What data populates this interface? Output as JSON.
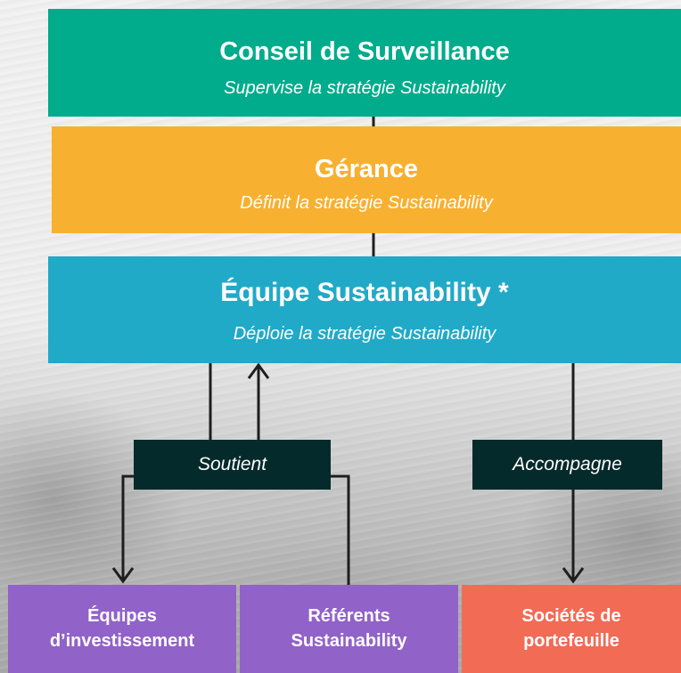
{
  "conseil": {
    "title": "Conseil de Surveillance",
    "subtitle": "Supervise la stratégie Sustainability",
    "color": "#00ac8c"
  },
  "gerance": {
    "title": "Gérance",
    "subtitle": "Définit la stratégie Sustainability",
    "color": "#f7b030"
  },
  "equipe": {
    "title": "Équipe Sustainability *",
    "subtitle": "Déploie la stratégie Sustainability",
    "color": "#20aac7"
  },
  "relations": {
    "soutient": "Soutient",
    "accompagne": "Accompagne",
    "label_color": "#052a2b"
  },
  "bottom": {
    "equipes": {
      "line1": "Équipes",
      "line2": "d’investissement",
      "color": "#9162c8"
    },
    "referents": {
      "line1": "Référents",
      "line2": "Sustainability",
      "color": "#9162c8"
    },
    "societes": {
      "line1": "Sociétés de",
      "line2": "portefeuille",
      "color": "#f16b55"
    }
  },
  "connector_color": "#1e1e1e"
}
